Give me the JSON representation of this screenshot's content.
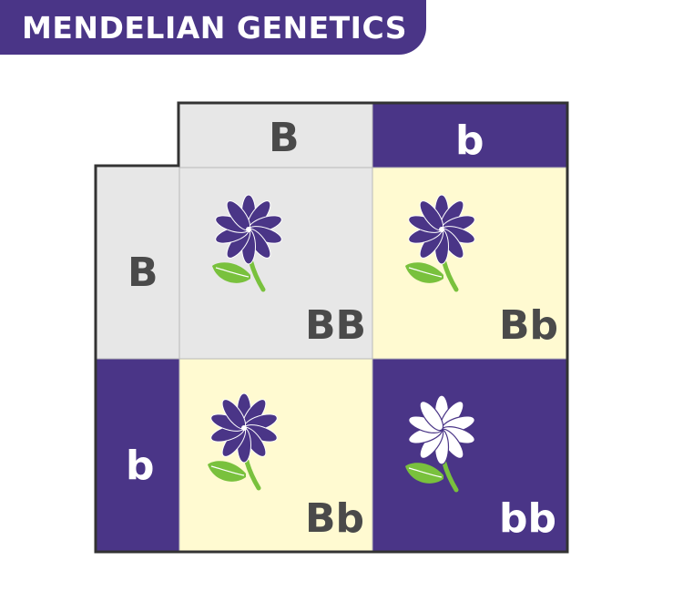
{
  "title": "MENDELIAN GENETICS",
  "colors": {
    "purple": "#4a3587",
    "gray": "#e7e7e7",
    "yellow": "#fffad1",
    "stem_green": "#79c13d",
    "text_dark": "#4a4a4a",
    "white": "#ffffff",
    "border": "#333333"
  },
  "punnett": {
    "column_headers": [
      "B",
      "b"
    ],
    "row_headers": [
      "B",
      "b"
    ],
    "cells": [
      {
        "genotype": "BB",
        "flower": "purple-flower"
      },
      {
        "genotype": "Bb",
        "flower": "purple-flower"
      },
      {
        "genotype": "Bb",
        "flower": "purple-flower"
      },
      {
        "genotype": "bb",
        "flower": "white-flower"
      }
    ]
  }
}
